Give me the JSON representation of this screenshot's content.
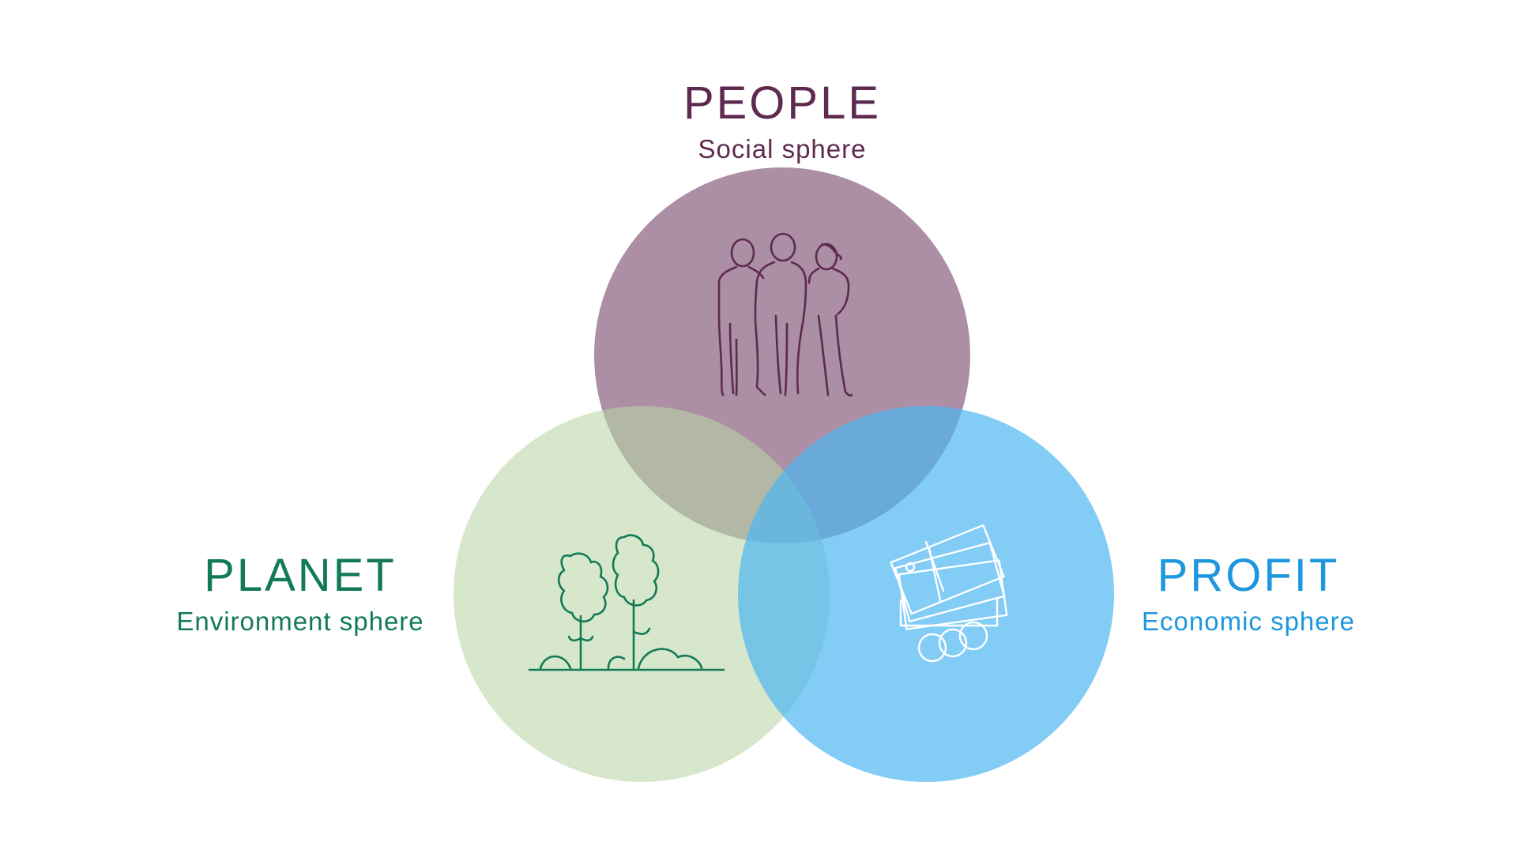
{
  "colors": {
    "people": "#5e2a50",
    "people_fill": "#8c6282",
    "planet": "#137a57",
    "planet_fill": "#b9d5a5",
    "profit": "#1d97dd",
    "profit_fill": "#4db7f2",
    "profit_icon": "#ffffff"
  },
  "spheres": [
    {
      "key": "people",
      "title": "PEOPLE",
      "subtitle": "Social sphere",
      "icon": "people-group-icon"
    },
    {
      "key": "planet",
      "title": "PLANET",
      "subtitle": "Environment sphere",
      "icon": "trees-icon"
    },
    {
      "key": "profit",
      "title": "PROFIT",
      "subtitle": "Economic sphere",
      "icon": "money-icon"
    }
  ]
}
